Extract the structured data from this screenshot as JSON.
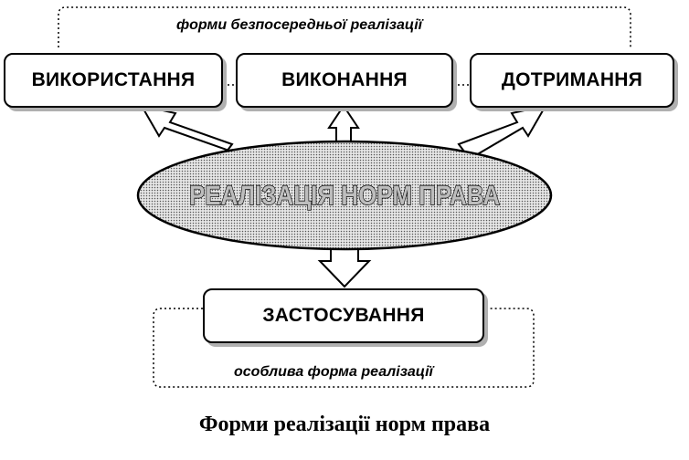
{
  "diagram": {
    "center": "РЕАЛІЗАЦІЯ НОРМ ПРАВА",
    "top_forms_label": "форми безпосередньої реалізації",
    "boxes": {
      "usage": "ВИКОРИСТАННЯ",
      "execution": "ВИКОНАННЯ",
      "observance": "ДОТРИМАННЯ",
      "application": "ЗАСТОСУВАННЯ"
    },
    "special_form_label": "особлива форма реалізації",
    "caption": "Форми реалізації норм права"
  }
}
